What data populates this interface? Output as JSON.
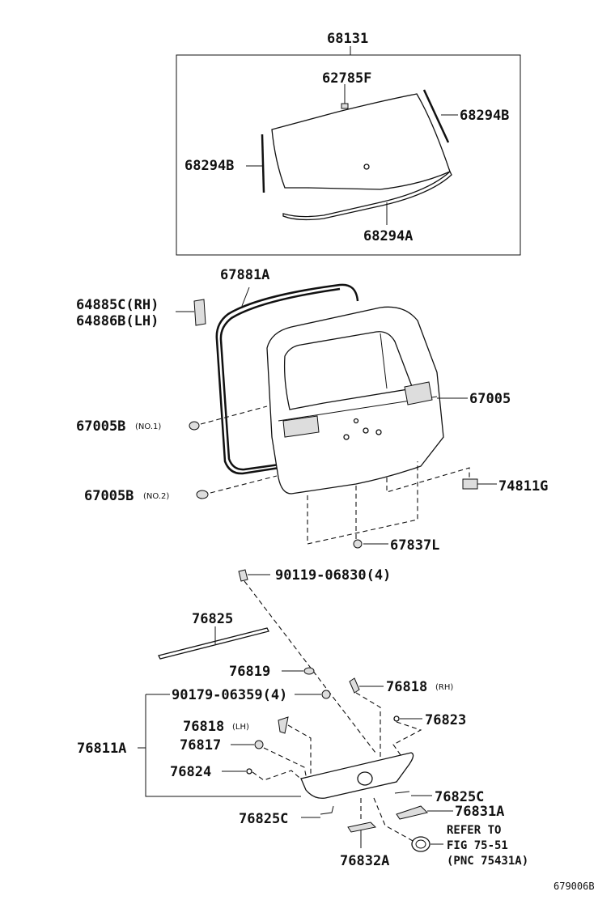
{
  "diagram": {
    "figure_code": "679006B",
    "glass_group": {
      "box_label": "68131",
      "clip": "62785F",
      "molding_right": "68294B",
      "molding_left": "68294B",
      "molding_bottom": "68294A"
    },
    "door": {
      "weatherstrip": "67881A",
      "stopper_rh": "64885C(RH)",
      "stopper_lh": "64886B(LH)",
      "back_door_panel": "67005",
      "cushion_no1": "67005B",
      "cushion_no1_tag": "(NO.1)",
      "cushion_no2": "67005B",
      "cushion_no2_tag": "(NO.2)",
      "clip_74811G": "74811G",
      "clip_67837L": "67837L"
    },
    "garnish": {
      "screw": "90119-06830(4)",
      "molding_top": "76825",
      "nut_76819": "76819",
      "nut_90179": "90179-06359(4)",
      "bracket_rh": "76818",
      "bracket_rh_tag": "(RH)",
      "bracket_lh": "76818",
      "bracket_lh_tag": "(LH)",
      "clip_76823": "76823",
      "clip_76817": "76817",
      "clip_76824": "76824",
      "garnish_assy": "76811A",
      "piece_76825C_right": "76825C",
      "piece_76825C_left": "76825C",
      "piece_76831A": "76831A",
      "piece_76832A": "76832A",
      "reference_line1": "REFER TO",
      "reference_line2": "FIG 75-51",
      "reference_line3": "(PNC 75431A)"
    }
  }
}
